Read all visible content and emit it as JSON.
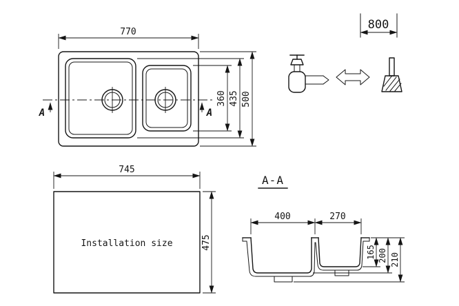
{
  "colors": {
    "line": "#151515",
    "background": "#ffffff"
  },
  "top_view": {
    "overall_width": "770",
    "overall_depth": "500",
    "bowl_zone_depth": "435",
    "small_bowl_depth": "360",
    "section_label_left": "A",
    "section_label_right": "A"
  },
  "cabinet": {
    "min_cabinet_width": "800"
  },
  "installation": {
    "caption": "Installation size",
    "cutout_width": "745",
    "cutout_depth": "475"
  },
  "section": {
    "title": "A-A",
    "large_bowl_width": "400",
    "small_bowl_width": "270",
    "small_bowl_depth": "165",
    "large_bowl_depth": "200",
    "overall_height": "210"
  },
  "icons": [
    "siphon-icon",
    "double-arrow-icon",
    "brush-icon"
  ]
}
